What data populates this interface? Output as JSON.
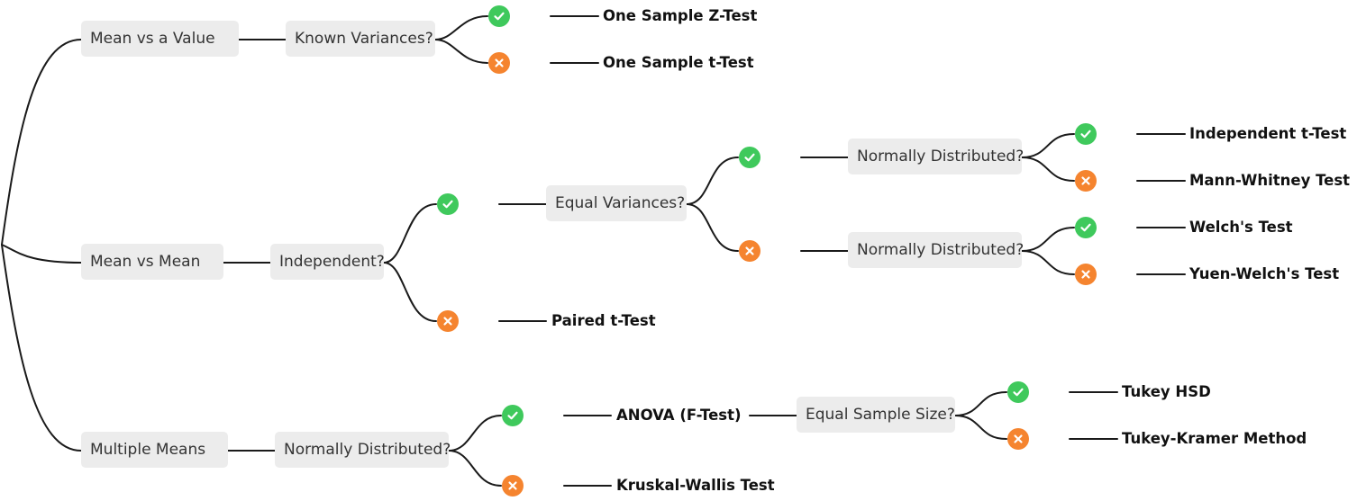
{
  "colors": {
    "yes": "#3fc95c",
    "no": "#f5842f",
    "node_bg": "#ececec",
    "line": "#1a1a1a"
  },
  "icons": {
    "yes": "check-circle-icon",
    "no": "x-circle-icon"
  },
  "nodes": {
    "mean_vs_value": "Mean vs a Value",
    "known_variances": "Known Variances?",
    "mean_vs_mean": "Mean vs Mean",
    "independent": "Independent?",
    "equal_variances": "Equal Variances?",
    "normally_distributed_equal": "Normally Distributed?",
    "normally_distributed_unequal": "Normally Distributed?",
    "multiple_means": "Multiple Means",
    "normally_distributed_multi": "Normally Distributed?",
    "equal_sample_size": "Equal Sample Size?"
  },
  "tests": {
    "one_sample_z": "One Sample Z-Test",
    "one_sample_t": "One Sample t-Test",
    "independent_t": "Independent t-Test",
    "mann_whitney": "Mann-Whitney Test",
    "welch": "Welch's Test",
    "yuen_welch": "Yuen-Welch's Test",
    "paired_t": "Paired t-Test",
    "anova": "ANOVA (F-Test)",
    "kruskal_wallis": "Kruskal-Wallis Test",
    "tukey_hsd": "Tukey HSD",
    "tukey_kramer": "Tukey-Kramer Method"
  }
}
